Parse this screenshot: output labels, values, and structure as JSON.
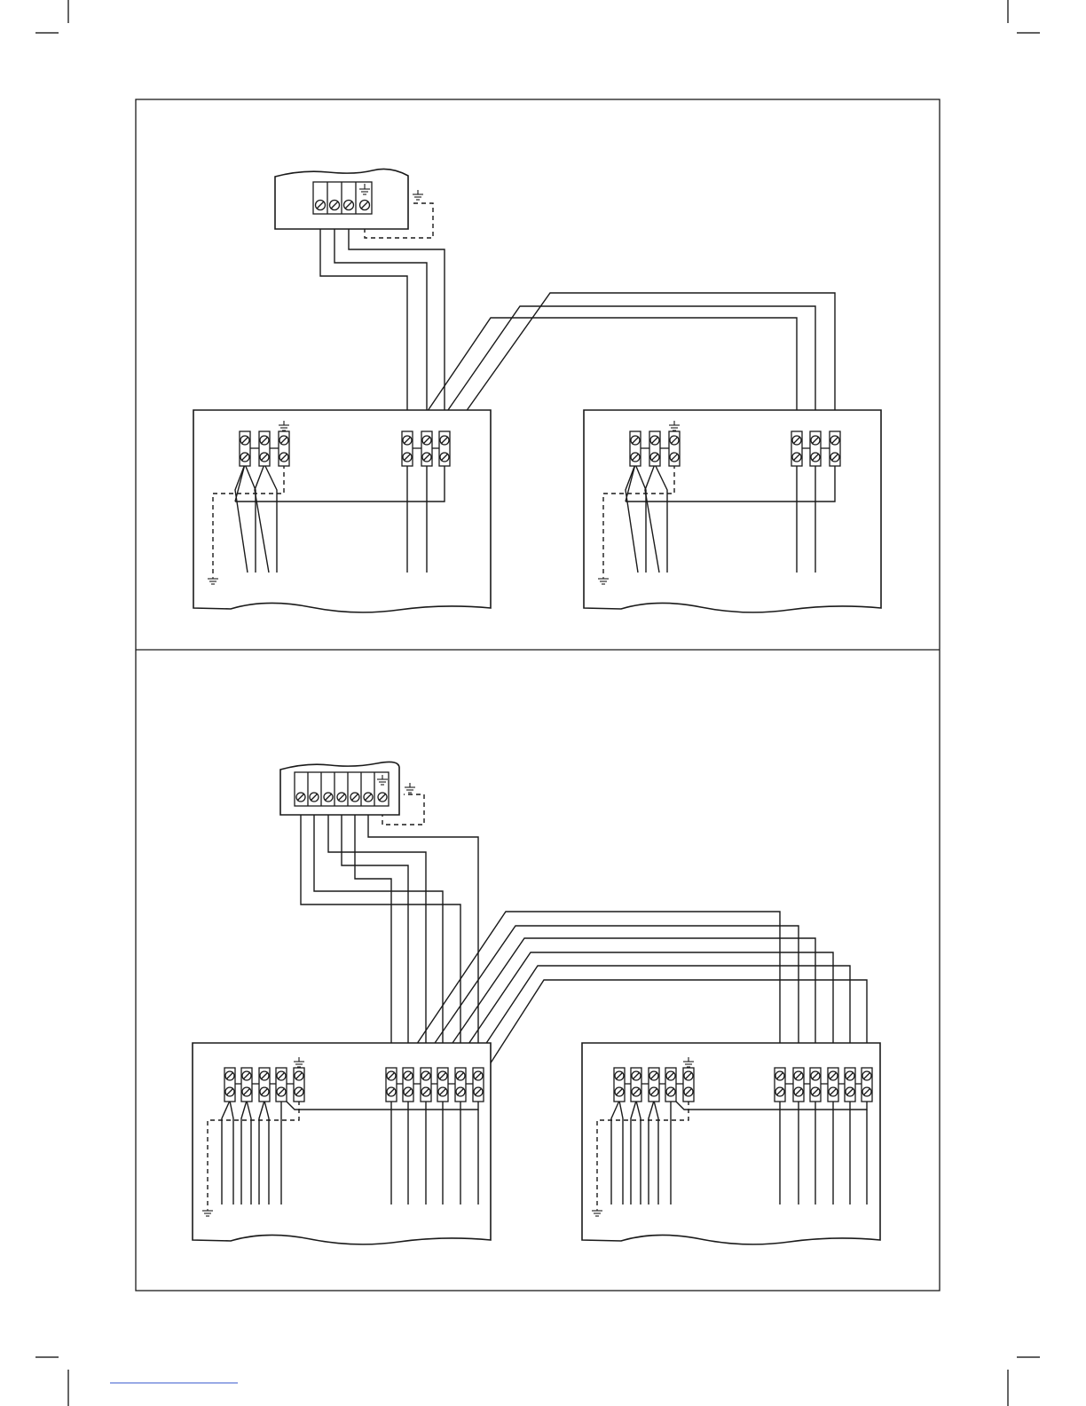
{
  "page": {
    "background": "#ffffff",
    "line_color": "#1a1a1a",
    "footer_link_color": "#3355cc"
  },
  "diagrams": [
    {
      "panel": "top",
      "remote_terminals": 4,
      "unit_power_terminals": 3,
      "unit_signal_terminals": 3,
      "units": 2
    },
    {
      "panel": "bottom",
      "remote_terminals": 7,
      "unit_power_terminals": 5,
      "unit_signal_terminals": 6,
      "units": 2
    }
  ],
  "icons": [
    "earth-ground-icon",
    "terminal-screw-icon"
  ]
}
